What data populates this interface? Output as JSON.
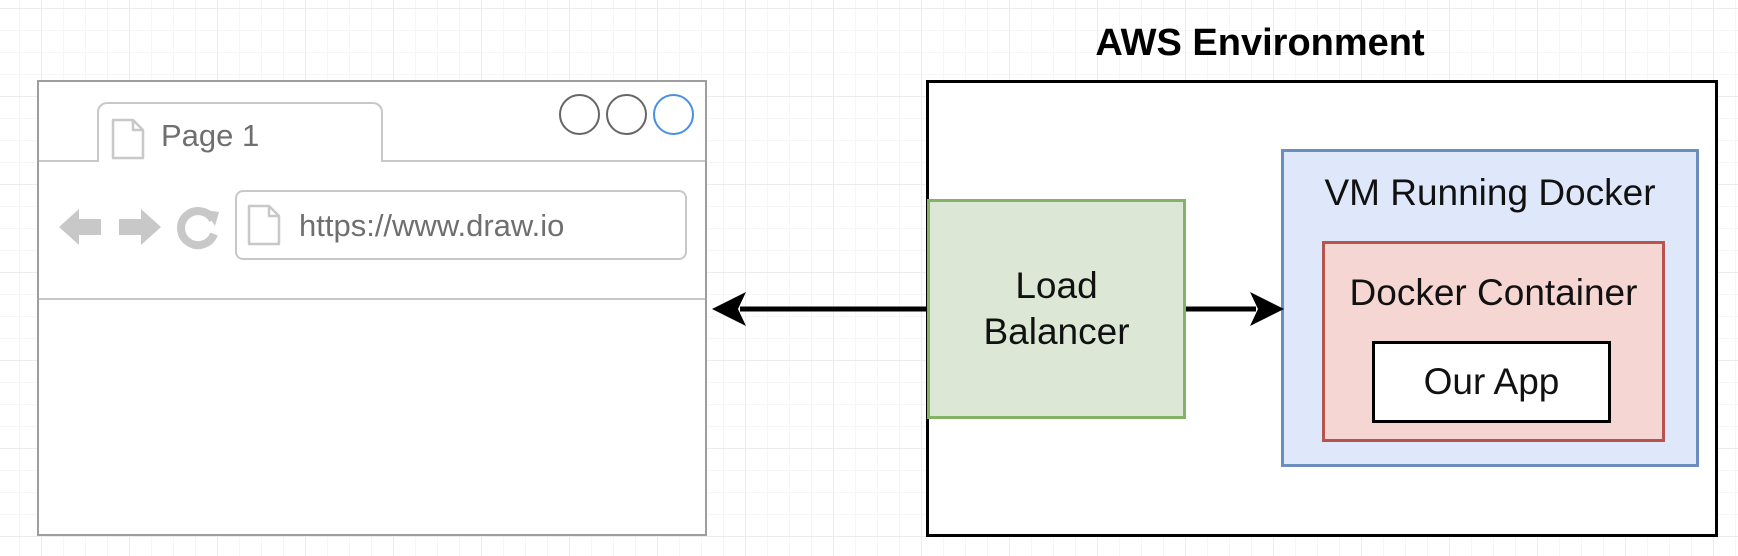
{
  "browser": {
    "tab_title": "Page 1",
    "url": "https://www.draw.io",
    "icons": {
      "tab": "page-icon",
      "back": "arrow-left-icon",
      "forward": "arrow-right-icon",
      "reload": "reload-icon",
      "url": "page-icon"
    },
    "ui_color": "#c8c8c8",
    "active_circle_color": "#4a90e2"
  },
  "aws": {
    "title": "AWS Environment",
    "load_balancer": {
      "label": "Load Balancer",
      "fill": "#dce8d5",
      "stroke": "#82b366"
    },
    "vm": {
      "label": "VM Running Docker",
      "fill": "#dfe8fb",
      "stroke": "#6c8ebf",
      "container": {
        "label": "Docker Container",
        "fill": "#f6d6d3",
        "stroke": "#b85450",
        "app": {
          "label": "Our App"
        }
      }
    }
  },
  "edges": [
    {
      "from": "load-balancer",
      "to": "browser",
      "style": "arrow"
    },
    {
      "from": "load-balancer",
      "to": "vm",
      "style": "arrow"
    }
  ]
}
